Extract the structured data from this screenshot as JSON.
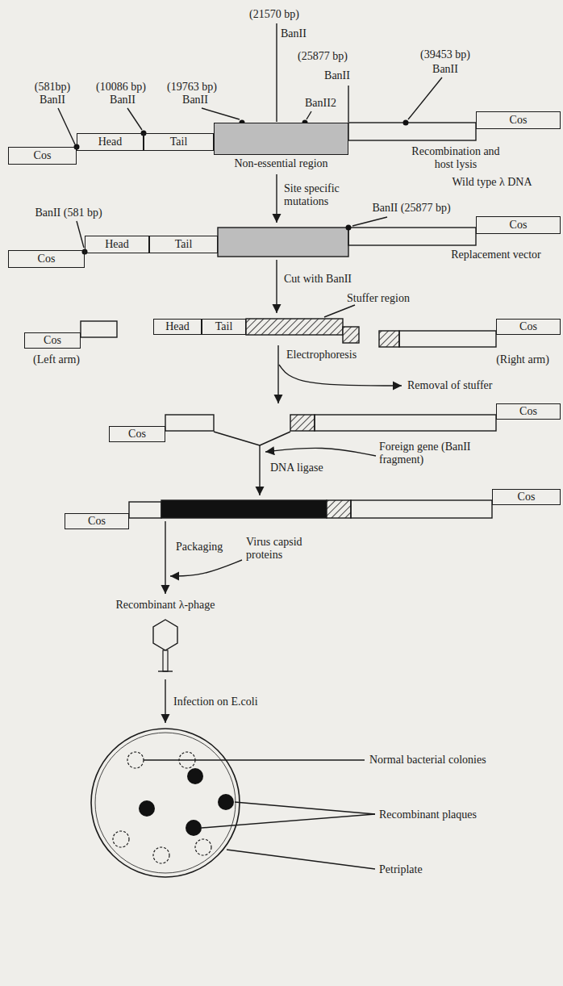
{
  "diagram": {
    "nodes": [
      {
        "text": [
          "Cos"
        ]
      },
      {
        "text": [
          "Head"
        ]
      },
      {
        "text": [
          "Tail"
        ]
      },
      {
        "text": [
          "Non-essential region"
        ]
      },
      {
        "text": [
          "Cos"
        ]
      },
      {
        "text": [
          "Cos"
        ]
      },
      {
        "text": [
          "Head"
        ]
      },
      {
        "text": [
          "Tail"
        ]
      },
      {
        "text": [
          "Cos"
        ]
      },
      {
        "text": [
          "Cos"
        ]
      },
      {
        "text": [
          "Head"
        ]
      },
      {
        "text": [
          "Tail"
        ]
      },
      {
        "text": [
          "Cos"
        ]
      },
      {
        "text": [
          "Cos"
        ]
      },
      {
        "text": [
          "Cos"
        ]
      },
      {
        "text": [
          "Cos"
        ]
      },
      {
        "text": [
          "Cos"
        ]
      }
    ],
    "labels": [
      "(581bp)",
      "BanII",
      "(10086 bp)",
      "BanII",
      "(19763 bp)",
      "BanII",
      "(21570 bp)",
      "BanII",
      "(25877 bp)",
      "BanII",
      "(39453 bp)",
      "BanII",
      "BanII2",
      "Recombination and host lysis",
      "Wild type λ DNA",
      "Site specific mutations",
      "BanII (581 bp)",
      "BanII (25877 bp)",
      "Replacement vector",
      "Cut with BanII",
      "Stuffer region",
      "(Left arm)",
      "Electrophoresis",
      "(Right arm)",
      "Removal of stuffer",
      "DNA ligase",
      "Foreign gene (BanII fragment)",
      "Packaging",
      "Virus capsid proteins",
      "Recombinant λ-phage",
      "Infection on E.coli",
      "Normal bacterial colonies",
      "Recombinant plaques",
      "Petriplate"
    ]
  }
}
